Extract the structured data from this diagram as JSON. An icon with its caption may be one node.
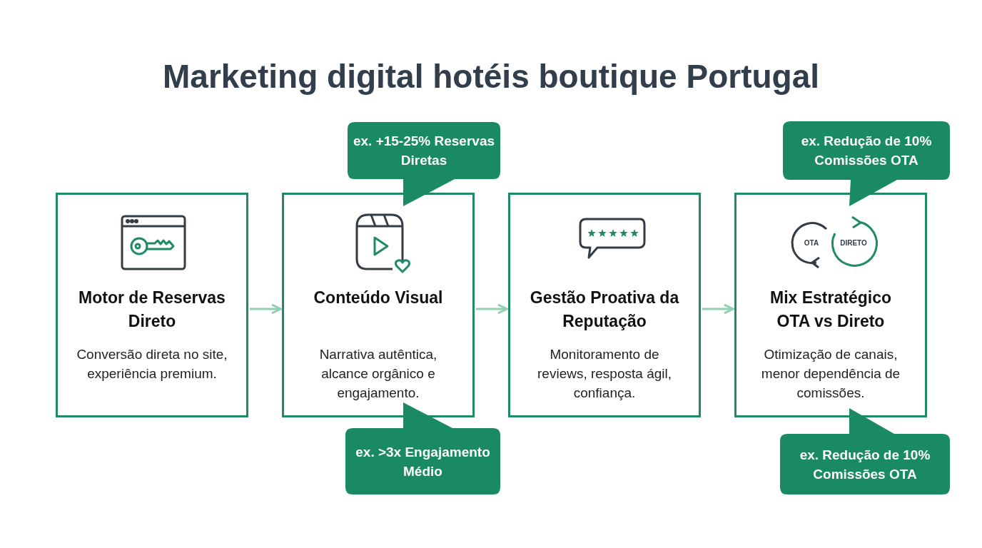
{
  "diagram": {
    "title": "Marketing digital hotéis boutique Portugal",
    "nodes": [
      {
        "text": [
          "Motor de Reservas Direto",
          "Conversão direta no site, experiência premium."
        ]
      },
      {
        "text": [
          "Conteúdo Visual",
          "Narrativa autêntica, alcance orgânico e engajamento."
        ]
      },
      {
        "text": [
          "Gestão Proativa da Reputação",
          "Monitoramento de reviews, resposta ágil, confiança."
        ]
      },
      {
        "text": [
          "Mix Estratégico OTA vs Direto",
          "Otimização de canais, menor dependência de comissões."
        ]
      },
      {
        "text": [
          "ex. +15-25% Reservas Diretas"
        ]
      },
      {
        "text": [
          "ex. >3x Engajamento Médio"
        ]
      },
      {
        "text": [
          "ex. Redução de 10% Comissões OTA"
        ]
      },
      {
        "text": [
          "ex. Redução de 10% Comissões OTA"
        ]
      }
    ],
    "edges": [
      {
        "from": 0,
        "to": 1,
        "arrow": "to"
      },
      {
        "from": 1,
        "to": 2,
        "arrow": "to"
      },
      {
        "from": 2,
        "to": 3,
        "arrow": "to"
      }
    ],
    "labels": [
      "OTA",
      "DIRETO"
    ]
  }
}
